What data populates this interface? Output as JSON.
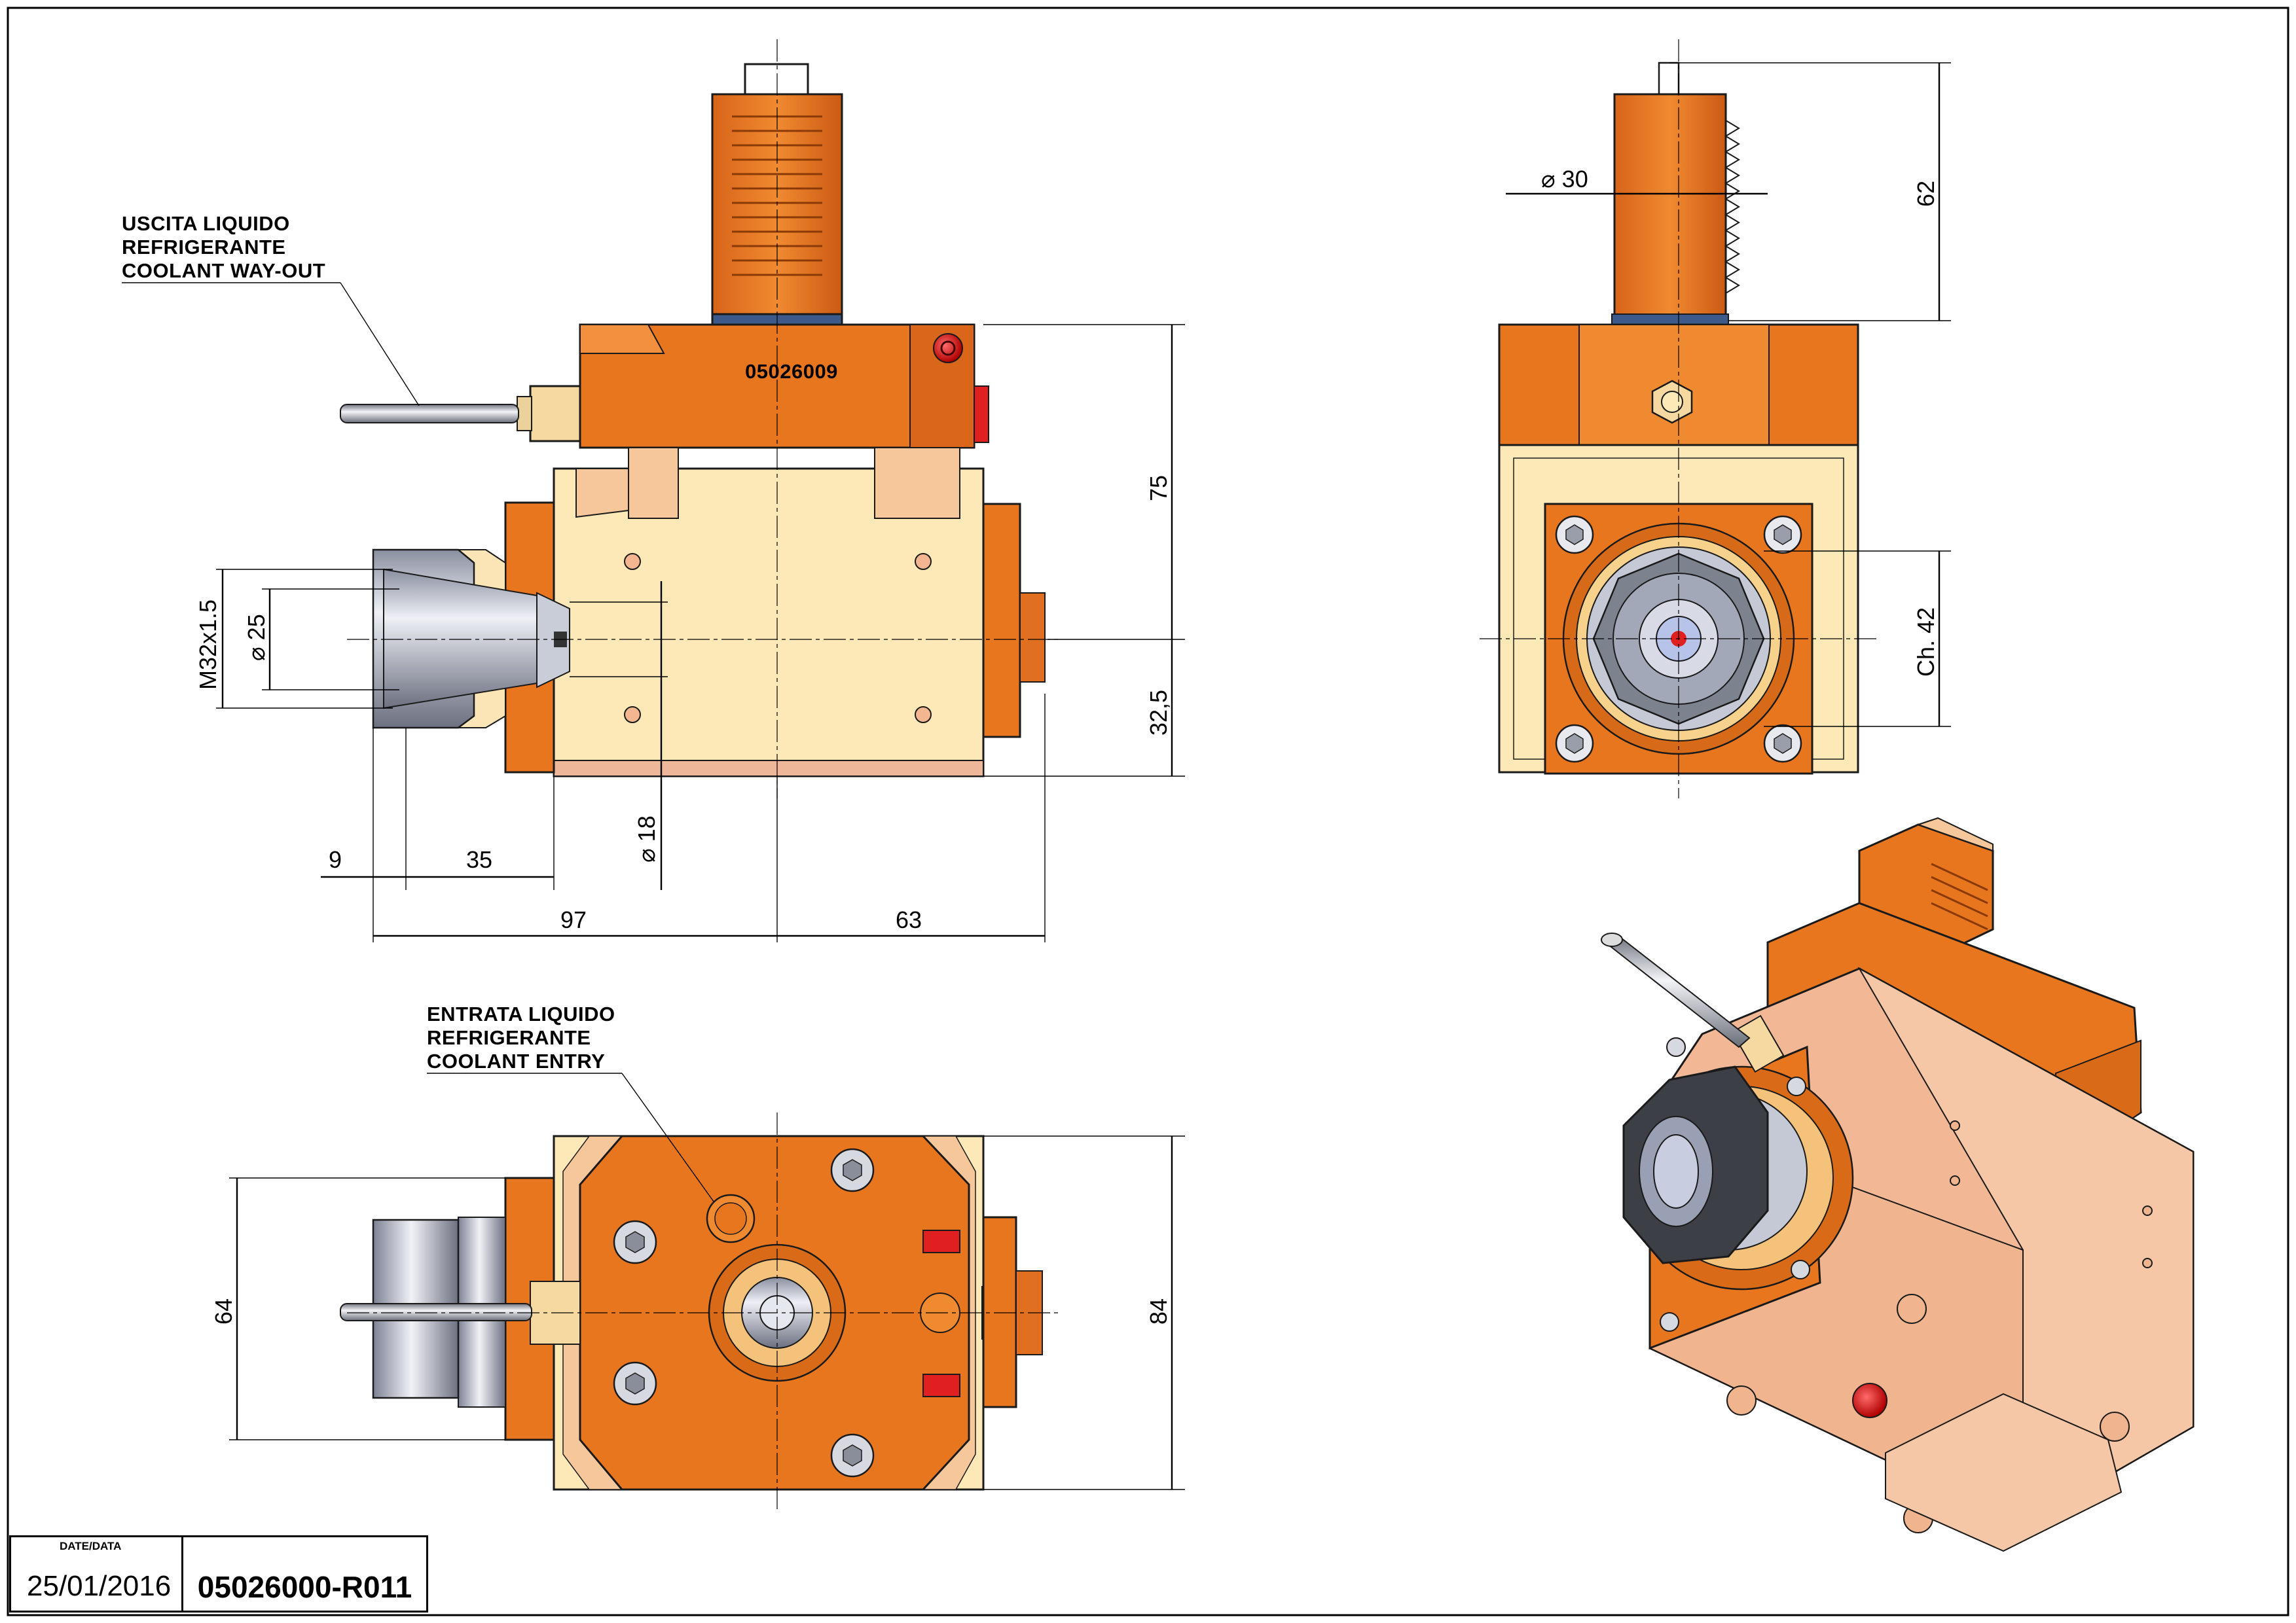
{
  "labels": {
    "coolant_out_it": "USCITA LIQUIDO",
    "coolant_out_it2": "REFRIGERANTE",
    "coolant_out_en": "COOLANT WAY-OUT",
    "coolant_in_it": "ENTRATA LIQUIDO",
    "coolant_in_it2": "REFRIGERANTE",
    "coolant_in_en": "COOLANT ENTRY"
  },
  "part_marking": "05026009",
  "dimensions": {
    "front": {
      "thread": "M32x1.5",
      "bore": "25",
      "height_top": "75",
      "height_bottom": "32,5",
      "shaft": "18",
      "len_9": "9",
      "len_35": "35",
      "len_97": "97",
      "len_63": "63"
    },
    "side": {
      "shank_dia": "30",
      "shank_len": "62",
      "hex": "Ch. 42"
    },
    "bottom": {
      "width_64": "64",
      "width_84": "84"
    }
  },
  "title_block": {
    "date_label": "DATE/DATA",
    "date": "25/01/2016",
    "code": "05026000-R011"
  },
  "colors": {
    "orange": "#e8761e",
    "orange_dark": "#c85a10",
    "cream": "#fde9b8",
    "salmon": "#efb79a",
    "steel": "#b8bcc8",
    "red": "#e02020"
  }
}
